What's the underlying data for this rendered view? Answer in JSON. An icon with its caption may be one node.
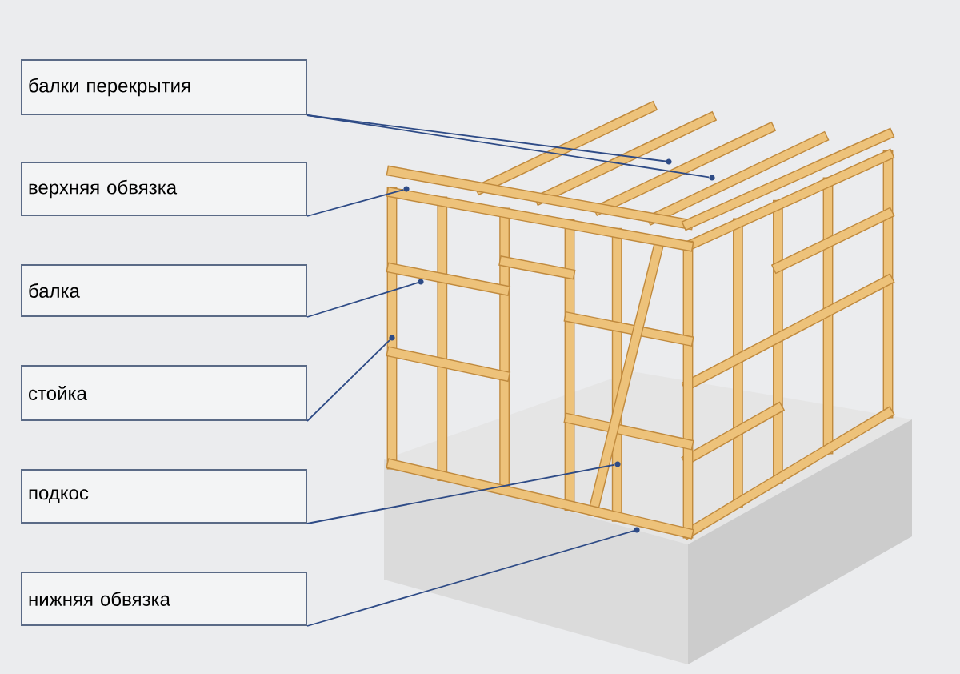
{
  "diagram": {
    "nodes": [
      {
        "text": [
          "балки перекрытия"
        ]
      },
      {
        "text": [
          "верхняя обвязка"
        ]
      },
      {
        "text": [
          "балка"
        ]
      },
      {
        "text": [
          "стойка"
        ]
      },
      {
        "text": [
          "подкос"
        ]
      },
      {
        "text": [
          "нижняя обвязка"
        ]
      },
      {
        "text": [],
        "shape": "circle"
      },
      {
        "text": [],
        "shape": "circle"
      },
      {
        "text": [],
        "shape": "circle"
      },
      {
        "text": [],
        "shape": "circle"
      },
      {
        "text": [],
        "shape": "circle"
      },
      {
        "text": [],
        "shape": "circle"
      },
      {
        "text": [],
        "shape": "circle"
      }
    ],
    "edges": [
      {
        "from": 0,
        "to": 6,
        "arrow": "none"
      },
      {
        "from": 0,
        "to": 7,
        "arrow": "none"
      },
      {
        "from": 1,
        "to": 8,
        "arrow": "none"
      },
      {
        "from": 2,
        "to": 9,
        "arrow": "none"
      },
      {
        "from": 3,
        "to": 10,
        "arrow": "none"
      },
      {
        "from": 4,
        "to": 11,
        "arrow": "none"
      },
      {
        "from": 5,
        "to": 12,
        "arrow": "none"
      }
    ]
  }
}
